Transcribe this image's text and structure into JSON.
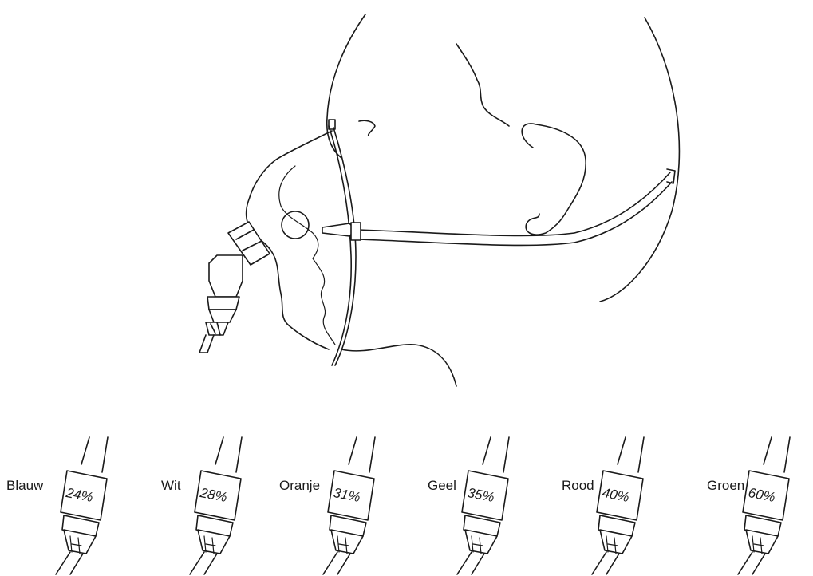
{
  "illustration": {
    "subject": "venturi-oxygen-mask-on-head-profile",
    "line_color": "#1a1a1a",
    "background": "#ffffff"
  },
  "adapters": [
    {
      "color_name": "Blauw",
      "percent": "24%"
    },
    {
      "color_name": "Wit",
      "percent": "28%"
    },
    {
      "color_name": "Oranje",
      "percent": "31%"
    },
    {
      "color_name": "Geel",
      "percent": "35%"
    },
    {
      "color_name": "Rood",
      "percent": "40%"
    },
    {
      "color_name": "Groen",
      "percent": "60%"
    }
  ]
}
